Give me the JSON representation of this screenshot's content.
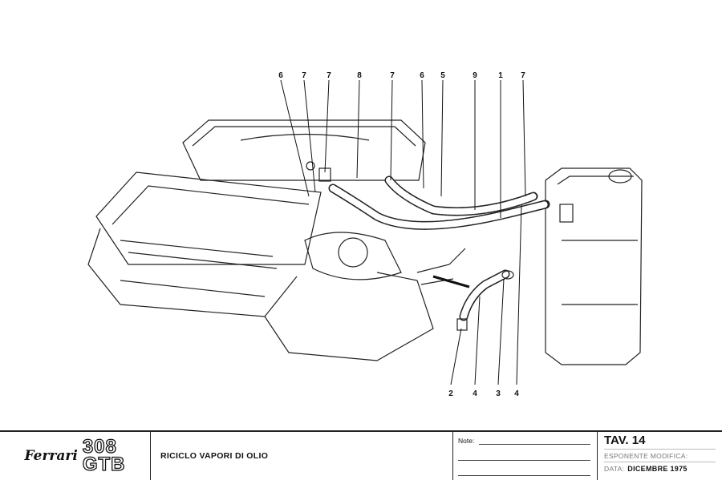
{
  "callouts_top": [
    {
      "label": "6"
    },
    {
      "label": "7"
    },
    {
      "label": "7"
    },
    {
      "label": "8"
    },
    {
      "label": "7"
    },
    {
      "label": "6"
    },
    {
      "label": "5"
    },
    {
      "label": "9"
    },
    {
      "label": "1"
    },
    {
      "label": "7"
    }
  ],
  "callouts_bottom": [
    {
      "label": "2"
    },
    {
      "label": "4"
    },
    {
      "label": "3"
    },
    {
      "label": "4"
    }
  ],
  "title_block": {
    "brand": "Ferrari",
    "model_line1": "308",
    "model_line2": "GTB",
    "description": "RICICLO VAPORI DI OLIO",
    "note_label": "Note:",
    "plate": "TAV. 14",
    "revision_label": "ESPONENTE MODIFICA:",
    "date_label": "DATA:",
    "date_value": "DICEMBRE 1975"
  }
}
